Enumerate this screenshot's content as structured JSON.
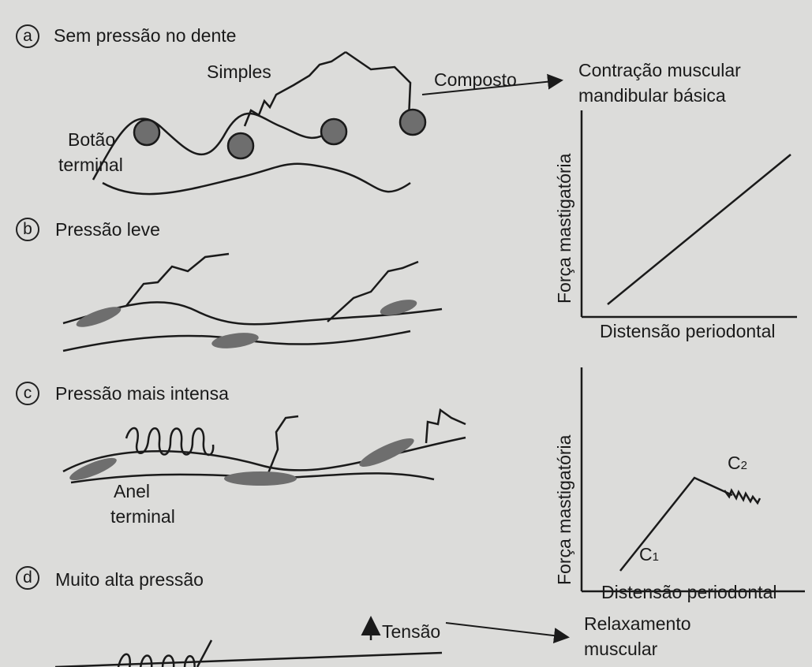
{
  "panels": {
    "a": {
      "letter": "a",
      "title": "Sem pressão no dente",
      "simple": "Simples",
      "compound": "Composto",
      "bulb_line1": "Botão",
      "bulb_line2": "terminal"
    },
    "b": {
      "letter": "b",
      "title": "Pressão leve"
    },
    "c": {
      "letter": "c",
      "title": "Pressão mais intensa",
      "ring_line1": "Anel",
      "ring_line2": "terminal"
    },
    "d": {
      "letter": "d",
      "title": "Muito alta pressão",
      "tension": "Tensão"
    }
  },
  "graphs": {
    "upper": {
      "title_line1": "Contração muscular",
      "title_line2": "mandibular básica",
      "ylabel": "Força mastigatória",
      "xlabel": "Distensão periodontal"
    },
    "lower": {
      "ylabel": "Força mastigatória",
      "xlabel": "Distensão periodontal",
      "c1_letter": "C",
      "c1_sub": "1",
      "c2_letter": "C",
      "c2_sub": "2"
    },
    "relax_line1": "Relaxamento",
    "relax_line2": "muscular"
  }
}
